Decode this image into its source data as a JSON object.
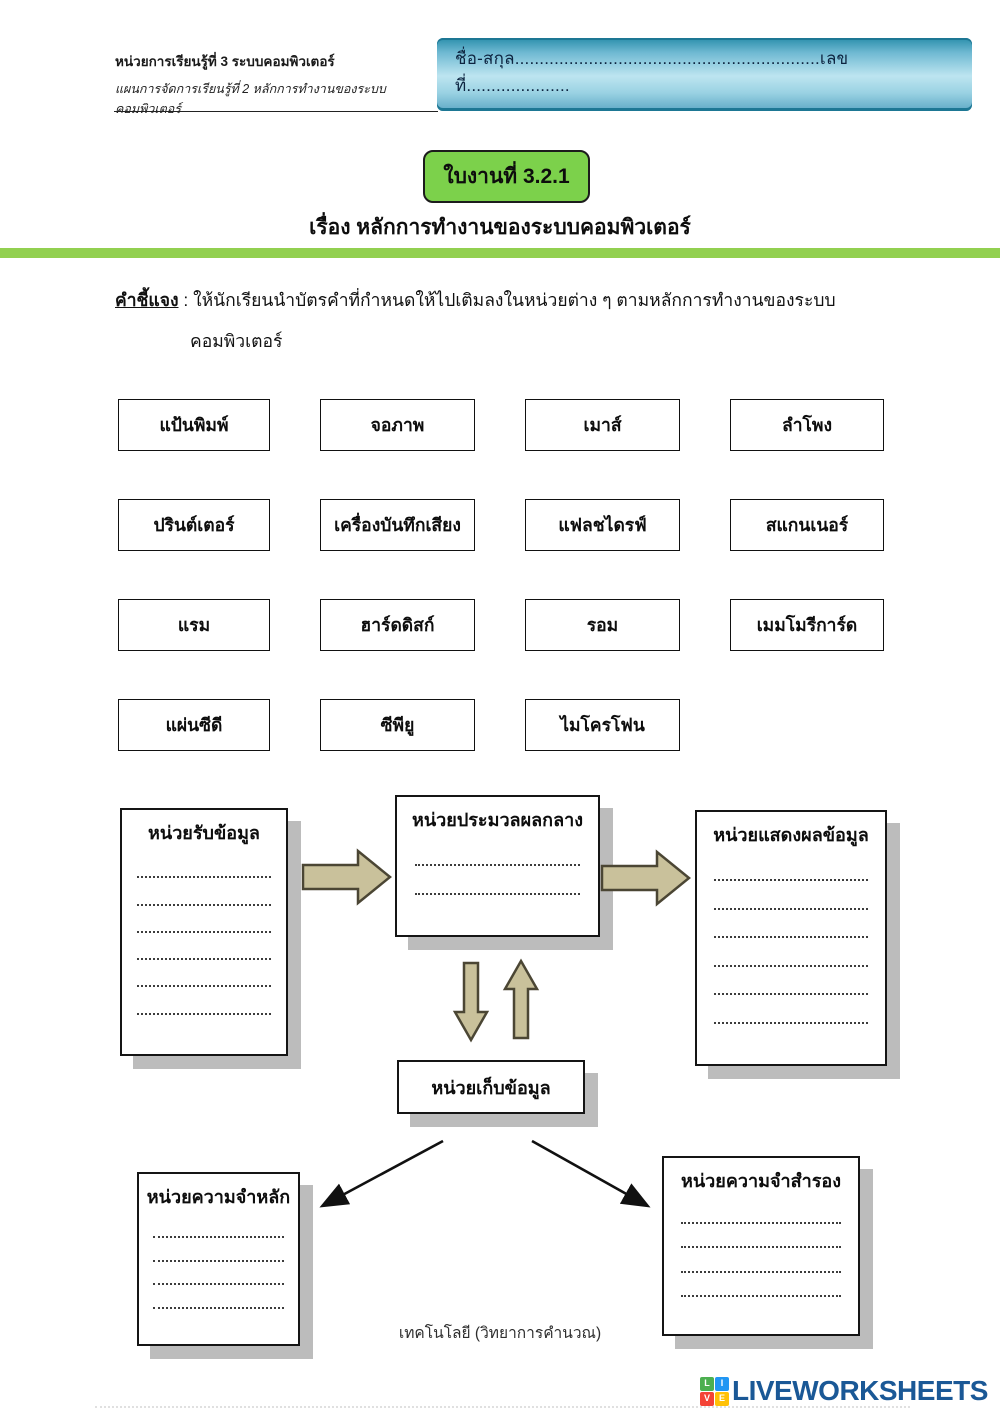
{
  "header": {
    "unit_line": "หน่วยการเรียนรู้ที่ 3 ระบบคอมพิวเตอร์",
    "plan_line": "แผนการจัดการเรียนรู้ที่ 2 หลักการทำงานของระบบคอมพิวเตอร์",
    "name_field": "ชื่อ-สกุล..............................................................เลขที่....................."
  },
  "worksheet": {
    "badge": "ใบงานที่ 3.2.1",
    "title": "เรื่อง หลักการทำงานของระบบคอมพิวเตอร์",
    "instruction_label": "คำชี้แจง",
    "instruction_text": " : ให้นักเรียนนำบัตรคำที่กำหนดให้ไปเติมลงในหน่วยต่าง ๆ ตามหลักการทำงานของระบบ",
    "instruction_text2": "คอมพิวเตอร์"
  },
  "word_cards": [
    "แป้นพิมพ์",
    "จอภาพ",
    "เมาส์",
    "ลำโพง",
    "ปรินต์เตอร์",
    "เครื่องบันทึกเสียง",
    "แฟลชไดรฟ์",
    "สแกนเนอร์",
    "แรม",
    "ฮาร์ดดิสก์",
    "รอม",
    "เมมโมรีการ์ด",
    "แผ่นซีดี",
    "ซีพียู",
    "ไมโครโฟน"
  ],
  "diagram": {
    "input_unit": {
      "title": "หน่วยรับข้อมูล",
      "blank_lines": 6
    },
    "cpu_unit": {
      "title": "หน่วยประมวลผลกลาง",
      "blank_lines": 2
    },
    "output_unit": {
      "title": "หน่วยแสดงผลข้อมูล",
      "blank_lines": 6
    },
    "storage_unit": {
      "title": "หน่วยเก็บข้อมูล",
      "blank_lines": 0
    },
    "main_memory": {
      "title": "หน่วยความจำหลัก",
      "blank_lines": 4
    },
    "secondary_memory": {
      "title": "หน่วยความจำสำรอง",
      "blank_lines": 4
    }
  },
  "footer": {
    "subject": "เทคโนโลยี (วิทยาการคำนวณ)",
    "logo_text": "LIVEWORKSHEETS",
    "logo_tiles": [
      {
        "letter": "L",
        "color": "#4caf50"
      },
      {
        "letter": "I",
        "color": "#2196f3"
      },
      {
        "letter": "V",
        "color": "#f44336"
      },
      {
        "letter": "E",
        "color": "#ffc107"
      }
    ]
  },
  "colors": {
    "accent_green_bar": "#92d050",
    "badge_green": "#7cd14b",
    "name_box_teal_dark": "#2b8fac",
    "name_box_teal_light": "#bde5f0",
    "arrow_tan": "#c9c19b",
    "box_shadow_gray": "#bcbcbc",
    "logo_blue": "#1a5896"
  }
}
